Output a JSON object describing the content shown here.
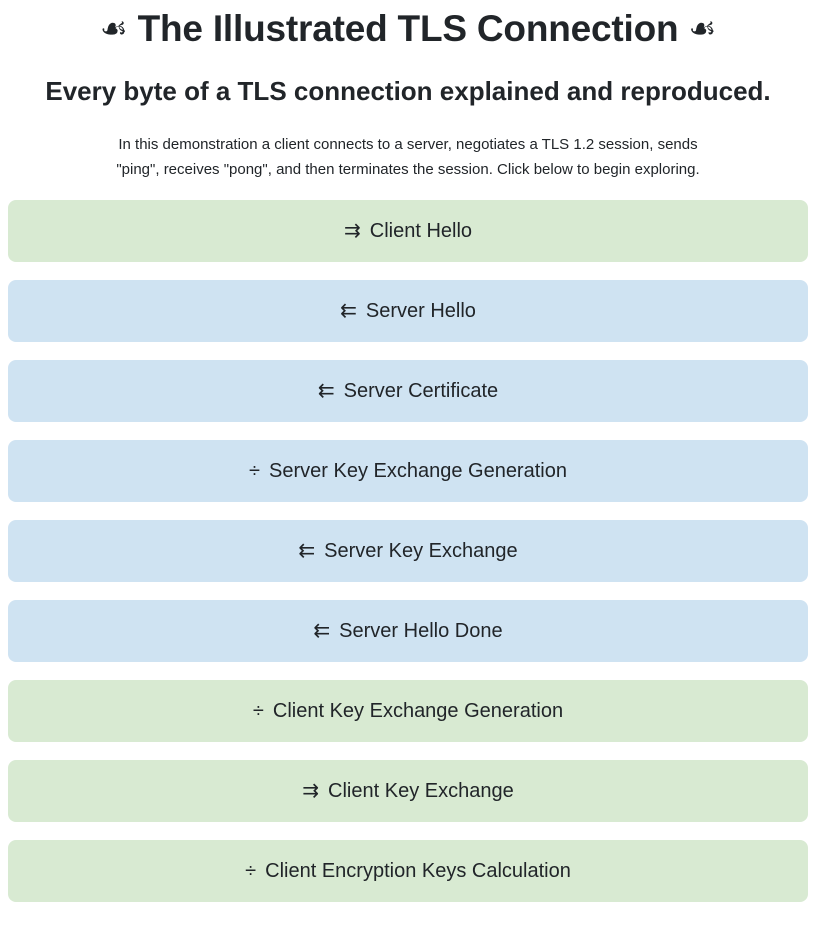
{
  "header": {
    "ornament_left": "☙",
    "title": "The Illustrated TLS Connection",
    "ornament_right": "☙",
    "subtitle": "Every byte of a TLS connection explained and reproduced.",
    "description": "In this demonstration a client connects to a server, negotiates a TLS 1.2 session, sends \"ping\", receives \"pong\", and then terminates the session. Click below to begin exploring."
  },
  "colors": {
    "client_record_bg": "#d8ead2",
    "server_record_bg": "#cfe3f2",
    "text": "#212529",
    "page_bg": "#ffffff"
  },
  "records": [
    {
      "icon": "⇉",
      "icon_name": "rightwards-paired-arrows",
      "label": "Client Hello",
      "side": "client"
    },
    {
      "icon": "⇇",
      "icon_name": "leftwards-paired-arrows",
      "label": "Server Hello",
      "side": "server"
    },
    {
      "icon": "⇇",
      "icon_name": "leftwards-paired-arrows",
      "label": "Server Certificate",
      "side": "server"
    },
    {
      "icon": "÷",
      "icon_name": "division-sign-calculation",
      "label": "Server Key Exchange Generation",
      "side": "server"
    },
    {
      "icon": "⇇",
      "icon_name": "leftwards-paired-arrows",
      "label": "Server Key Exchange",
      "side": "server"
    },
    {
      "icon": "⇇",
      "icon_name": "leftwards-paired-arrows",
      "label": "Server Hello Done",
      "side": "server"
    },
    {
      "icon": "÷",
      "icon_name": "division-sign-calculation",
      "label": "Client Key Exchange Generation",
      "side": "client"
    },
    {
      "icon": "⇉",
      "icon_name": "rightwards-paired-arrows",
      "label": "Client Key Exchange",
      "side": "client"
    },
    {
      "icon": "÷",
      "icon_name": "division-sign-calculation",
      "label": "Client Encryption Keys Calculation",
      "side": "client"
    }
  ]
}
